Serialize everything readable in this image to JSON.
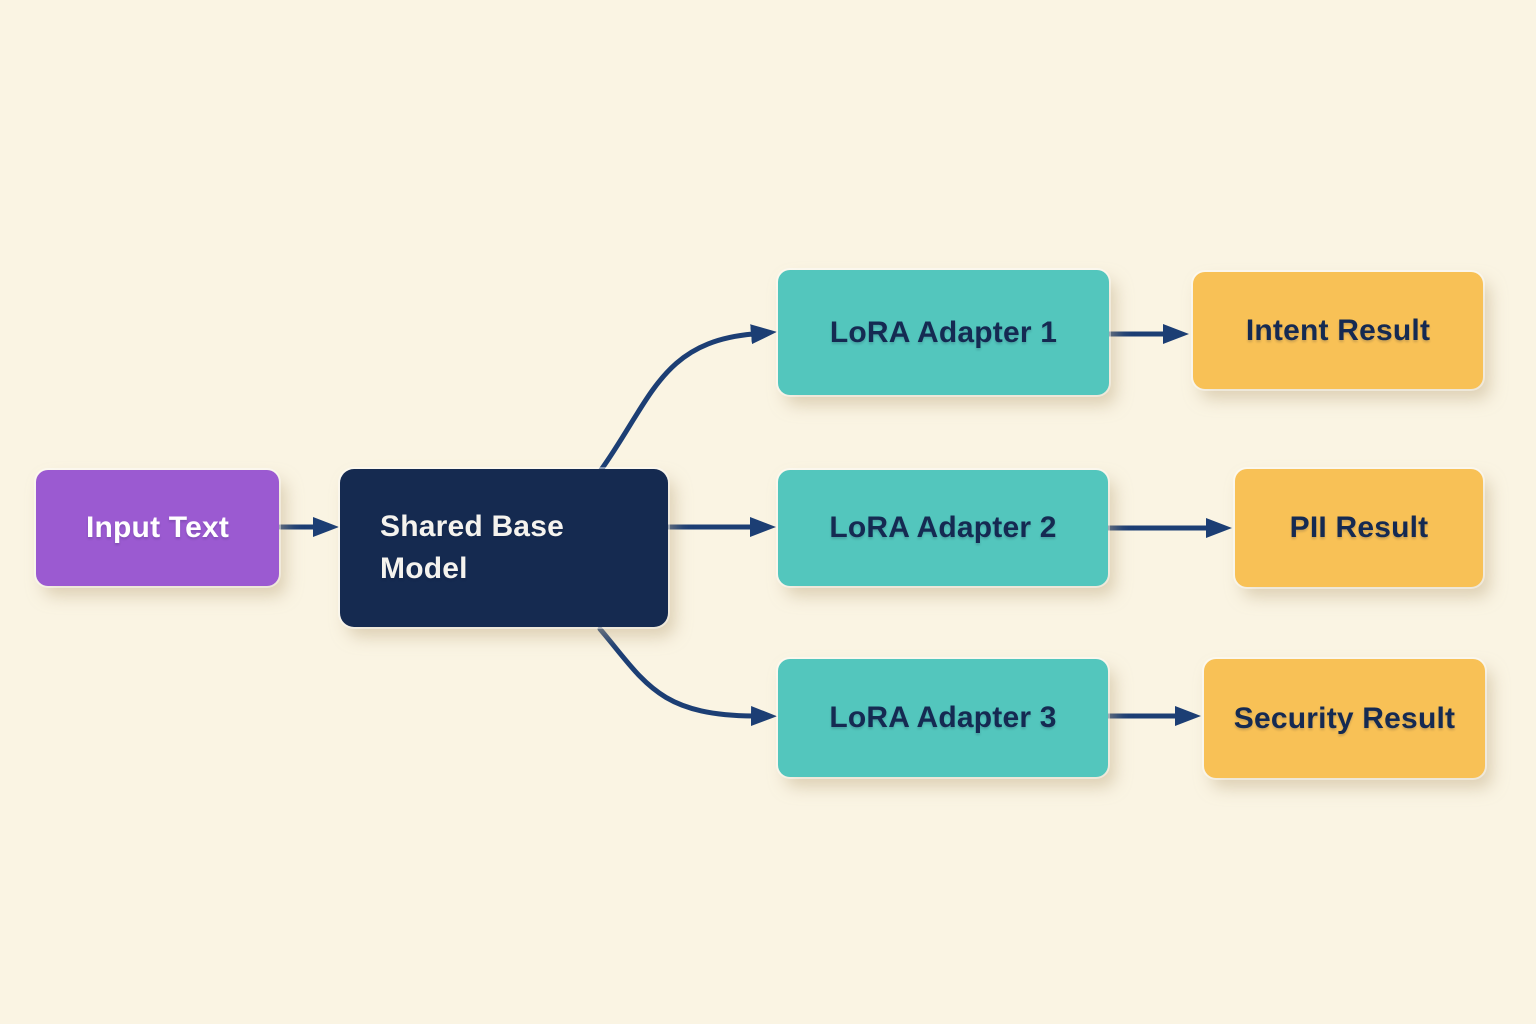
{
  "canvas": {
    "background": "#faf4e3"
  },
  "edge_style": {
    "color": "#1c3e74"
  },
  "nodes": {
    "input": {
      "label": "Input Text",
      "fill": "#9b5ad1",
      "text_color": "#ffffff"
    },
    "base": {
      "label": "Shared Base Model",
      "fill": "#152a50",
      "text_color": "#f5f3ee"
    },
    "adapter1": {
      "label": "LoRA Adapter 1",
      "fill": "#53c6bd",
      "text_color": "#152a52"
    },
    "adapter2": {
      "label": "LoRA Adapter 2",
      "fill": "#53c6bd",
      "text_color": "#152a52"
    },
    "adapter3": {
      "label": "LoRA Adapter 3",
      "fill": "#53c6bd",
      "text_color": "#152a52"
    },
    "intent": {
      "label": "Intent Result",
      "fill": "#f8c156",
      "text_color": "#152a52"
    },
    "pii": {
      "label": "PII Result",
      "fill": "#f8c156",
      "text_color": "#152a52"
    },
    "security": {
      "label": "Security Result",
      "fill": "#f8c156",
      "text_color": "#152a52"
    }
  },
  "edges": [
    {
      "from": "input",
      "to": "base"
    },
    {
      "from": "base",
      "to": "adapter1"
    },
    {
      "from": "base",
      "to": "adapter2"
    },
    {
      "from": "base",
      "to": "adapter3"
    },
    {
      "from": "adapter1",
      "to": "intent"
    },
    {
      "from": "adapter2",
      "to": "pii"
    },
    {
      "from": "adapter3",
      "to": "security"
    }
  ]
}
